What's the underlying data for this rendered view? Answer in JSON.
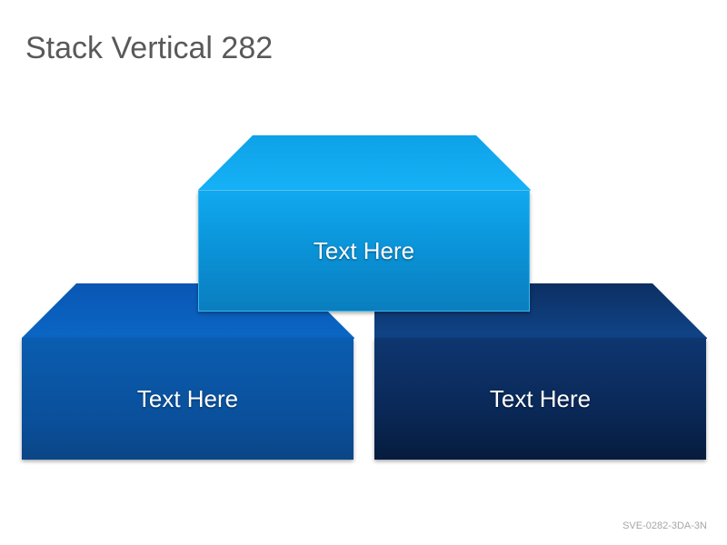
{
  "slide": {
    "title": "Stack Vertical 282",
    "code": "SVE-0282-3DA-3N"
  },
  "blocks": [
    {
      "label": "Text Here"
    },
    {
      "label": "Text Here"
    },
    {
      "label": "Text Here"
    }
  ],
  "colors": {
    "top_block_face": "#0f9bde",
    "top_block_lid": "#14aef2",
    "left_block_face": "#0a5bab",
    "left_block_lid": "#0b63c2",
    "right_block_face": "#0b2a5a",
    "right_block_lid": "#0e3a78"
  }
}
